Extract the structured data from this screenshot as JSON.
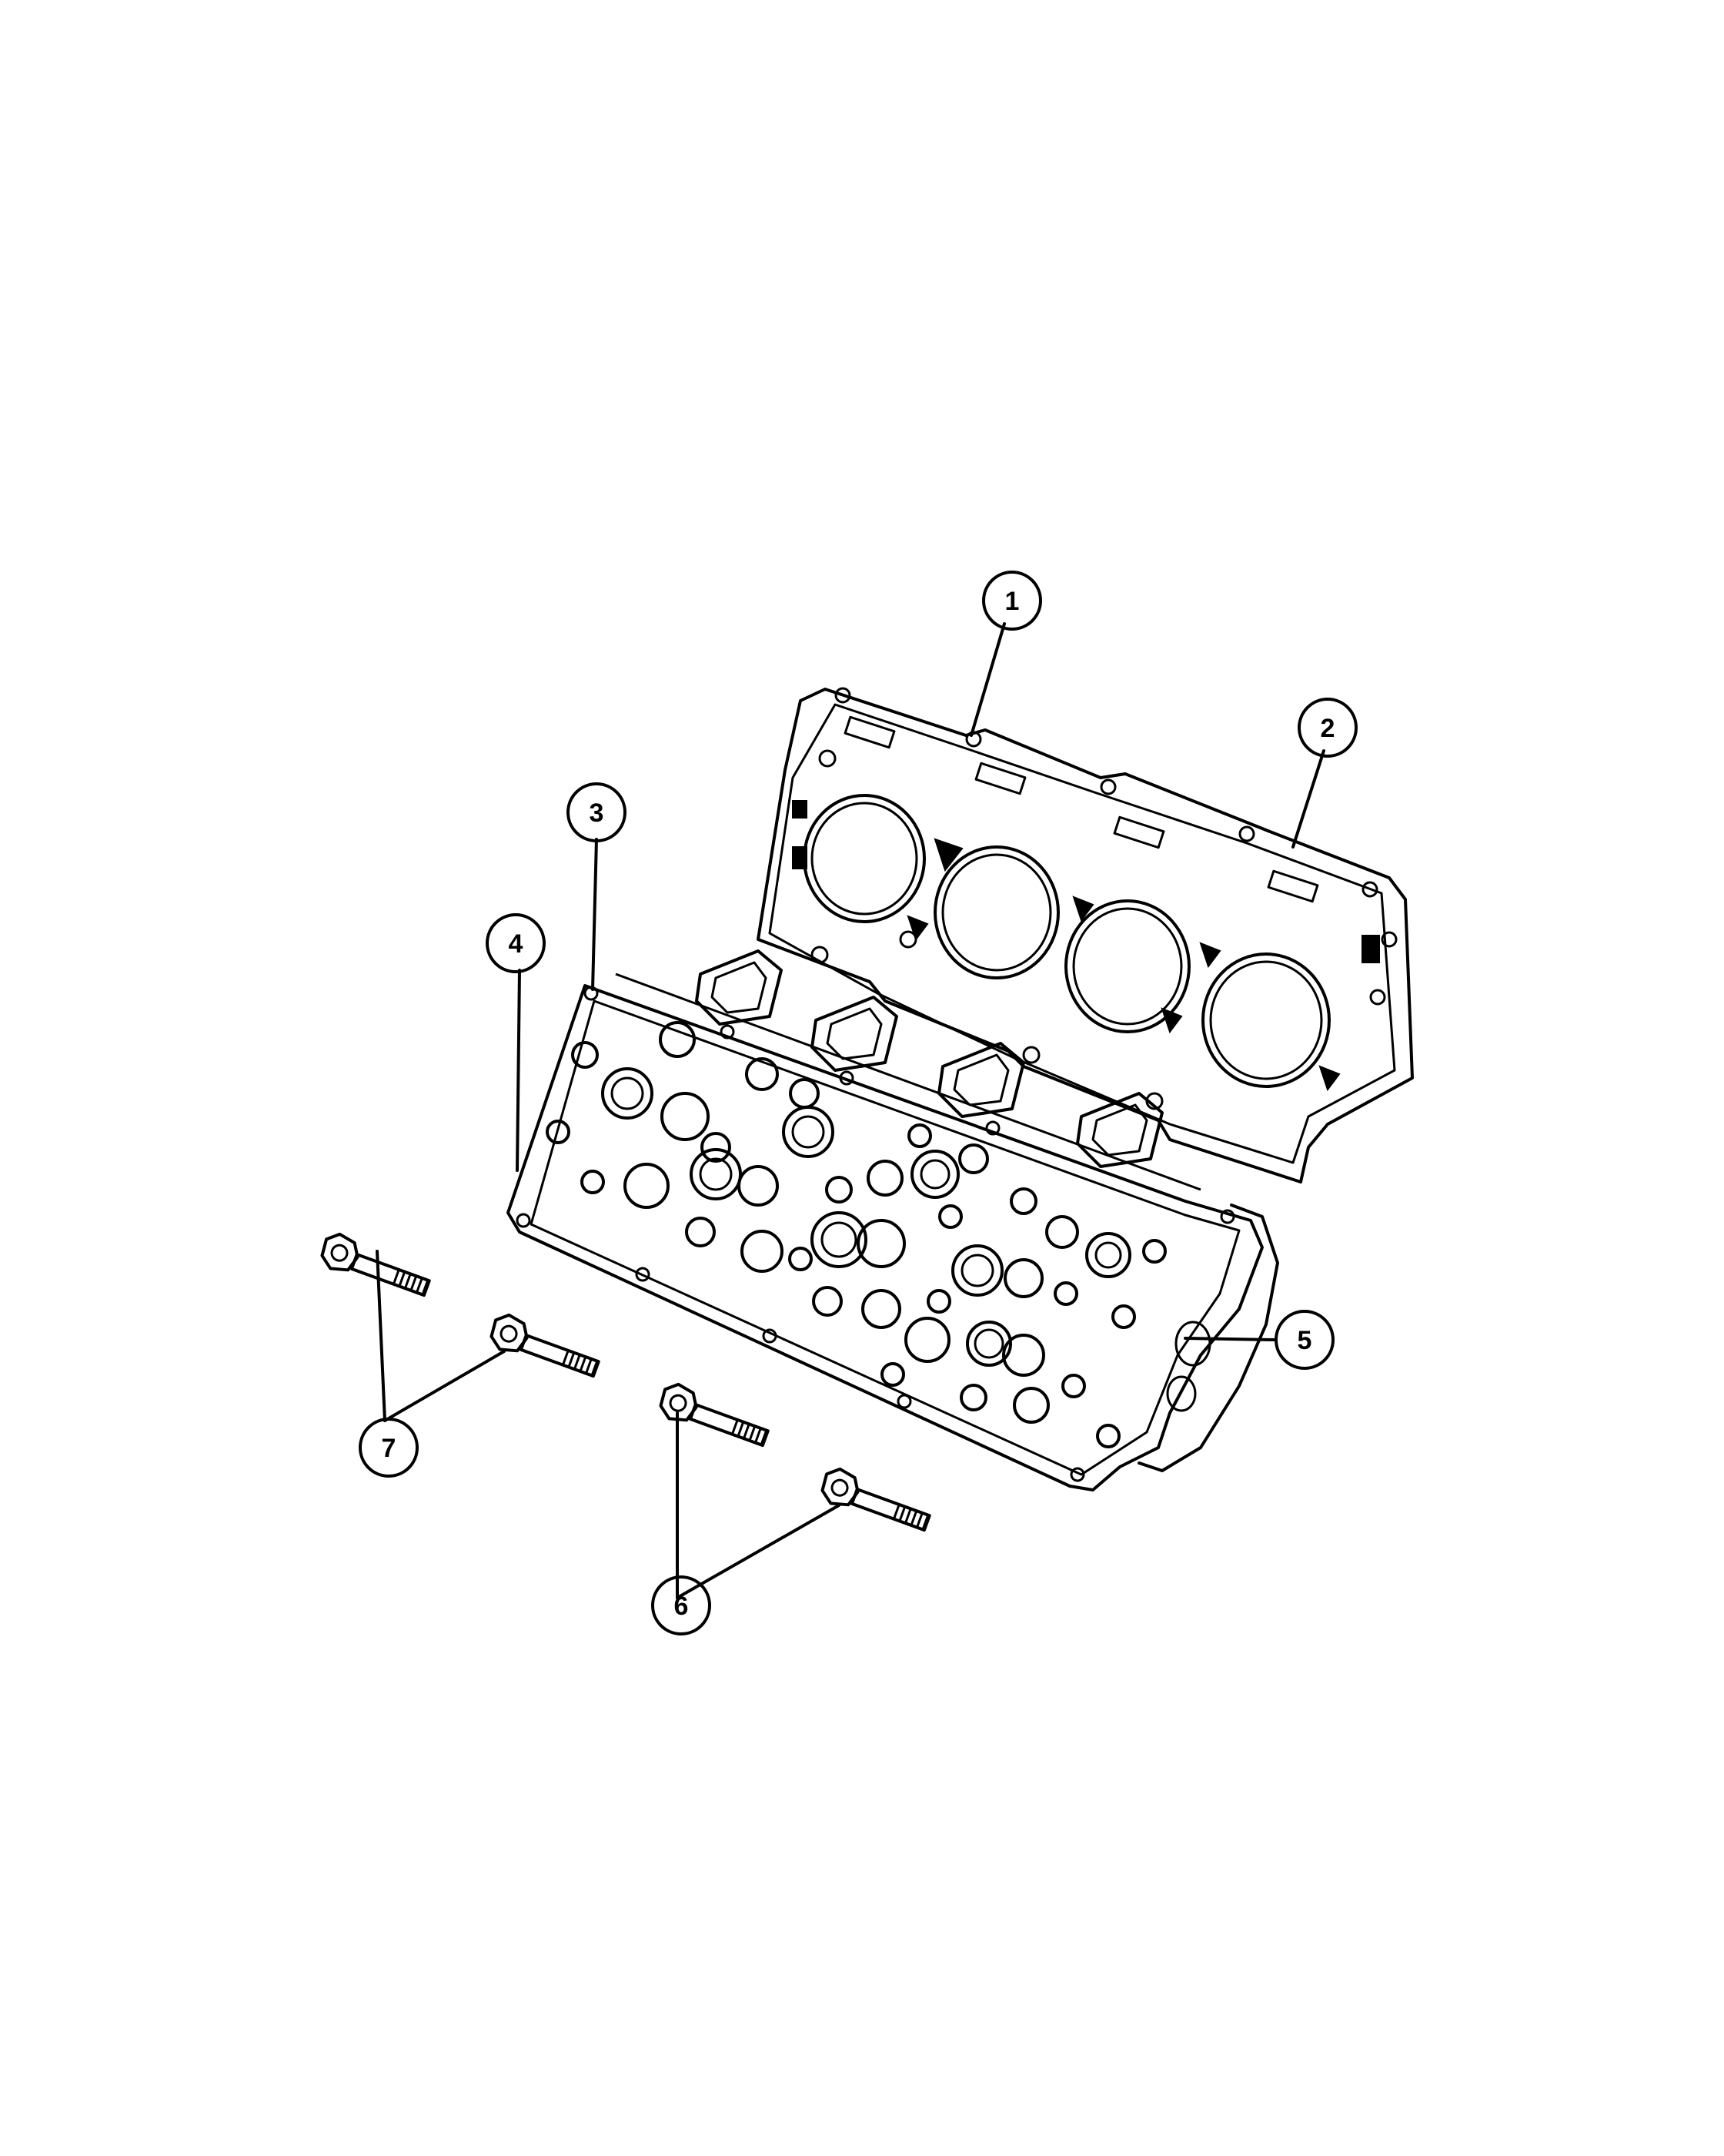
{
  "callouts": [
    {
      "number": "1"
    },
    {
      "number": "2"
    },
    {
      "number": "3"
    },
    {
      "number": "4"
    },
    {
      "number": "5"
    },
    {
      "number": "6"
    },
    {
      "number": "7"
    }
  ],
  "colors": {
    "line": "#000000",
    "background": "#ffffff"
  }
}
